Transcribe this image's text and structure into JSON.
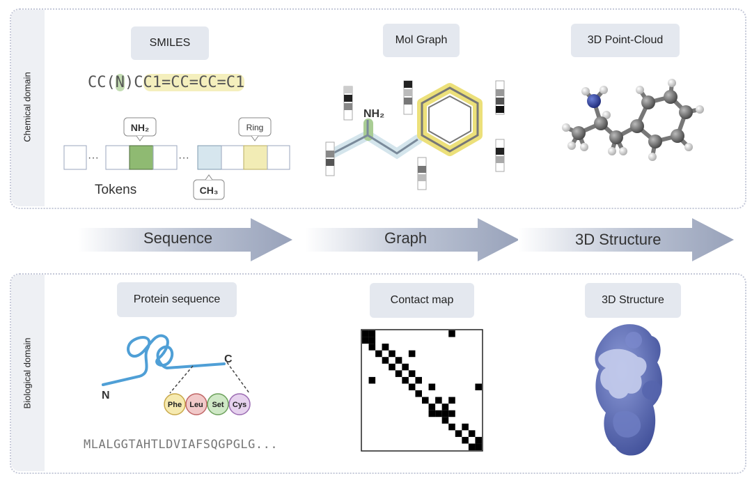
{
  "chemical": {
    "domain_label": "Chemical domain",
    "smiles": {
      "title": "SMILES",
      "string_prefix": "CC(",
      "string_n": "N",
      "string_mid": ")C",
      "string_ring": "C1=CC=CC=C1",
      "nh2_label": "NH₂",
      "ring_label": "Ring",
      "ch3_label": "CH₃",
      "tokens_label": "Tokens",
      "ellipsis": "···"
    },
    "mol_graph": {
      "title": "Mol Graph",
      "nh2_label": "NH₂"
    },
    "point_cloud": {
      "title": "3D Point-Cloud"
    }
  },
  "arrows": {
    "sequence": "Sequence",
    "graph": "Graph",
    "structure": "3D Structure"
  },
  "biological": {
    "domain_label": "Biological domain",
    "protein": {
      "title": "Protein sequence",
      "n_label": "N",
      "c_label": "C",
      "residues": [
        "Phe",
        "Leu",
        "Set",
        "Cys"
      ],
      "sequence": "MLALGGTAHTLDVIAFSQGPGLG..."
    },
    "contact_map": {
      "title": "Contact map",
      "cells": [
        [
          0,
          0
        ],
        [
          1,
          0
        ],
        [
          0,
          1
        ],
        [
          1,
          1
        ],
        [
          2,
          1
        ],
        [
          3,
          2
        ],
        [
          2,
          3
        ],
        [
          4,
          3
        ],
        [
          3,
          4
        ],
        [
          5,
          4
        ],
        [
          4,
          5
        ],
        [
          6,
          5
        ],
        [
          5,
          6
        ],
        [
          7,
          6
        ],
        [
          6,
          7
        ],
        [
          8,
          7
        ],
        [
          7,
          8
        ],
        [
          9,
          8
        ],
        [
          10,
          9
        ],
        [
          8,
          10
        ],
        [
          11,
          10
        ],
        [
          10,
          11
        ],
        [
          12,
          11
        ],
        [
          12,
          12
        ],
        [
          13,
          12
        ],
        [
          12,
          13
        ],
        [
          14,
          13
        ],
        [
          15,
          14
        ],
        [
          14,
          15
        ],
        [
          16,
          15
        ],
        [
          15,
          16
        ],
        [
          17,
          16
        ],
        [
          16,
          17
        ],
        [
          17,
          17
        ],
        [
          7,
          1
        ],
        [
          2,
          3
        ],
        [
          0,
          13
        ],
        [
          3,
          7
        ],
        [
          10,
          13
        ],
        [
          12,
          10
        ],
        [
          8,
          17
        ],
        [
          11,
          12
        ]
      ]
    },
    "structure": {
      "title": "3D Structure"
    }
  },
  "colors": {
    "amine_green": "#8fba72",
    "ring_yellow": "#f2ecb5",
    "ch3_blue": "#d6e6ee",
    "protein_blue": "#4f9fd6",
    "arrow": "#98a2ba",
    "structure_blue": "#4e5fa5"
  }
}
